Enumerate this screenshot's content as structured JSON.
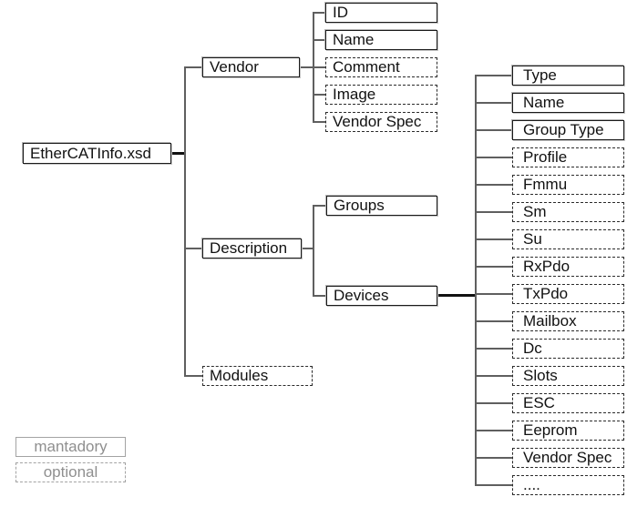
{
  "diagram": {
    "root": {
      "label": "EtherCATInfo.xsd",
      "style": "mandatory"
    },
    "level1": [
      {
        "label": "Vendor",
        "style": "mandatory"
      },
      {
        "label": "Description",
        "style": "mandatory"
      },
      {
        "label": "Modules",
        "style": "optional"
      }
    ],
    "vendor_children": [
      {
        "label": "ID",
        "style": "mandatory"
      },
      {
        "label": "Name",
        "style": "mandatory"
      },
      {
        "label": "Comment",
        "style": "optional"
      },
      {
        "label": "Image",
        "style": "optional"
      },
      {
        "label": "Vendor Spec",
        "style": "optional"
      }
    ],
    "description_children": [
      {
        "label": "Groups",
        "style": "mandatory"
      },
      {
        "label": "Devices",
        "style": "mandatory"
      }
    ],
    "devices_children": [
      {
        "label": "Type",
        "style": "mandatory"
      },
      {
        "label": "Name",
        "style": "mandatory"
      },
      {
        "label": "Group Type",
        "style": "mandatory"
      },
      {
        "label": "Profile",
        "style": "optional"
      },
      {
        "label": "Fmmu",
        "style": "optional"
      },
      {
        "label": "Sm",
        "style": "optional"
      },
      {
        "label": "Su",
        "style": "optional"
      },
      {
        "label": "RxPdo",
        "style": "optional"
      },
      {
        "label": "TxPdo",
        "style": "optional"
      },
      {
        "label": "Mailbox",
        "style": "optional"
      },
      {
        "label": "Dc",
        "style": "optional"
      },
      {
        "label": "Slots",
        "style": "optional"
      },
      {
        "label": "ESC",
        "style": "optional"
      },
      {
        "label": "Eeprom",
        "style": "optional"
      },
      {
        "label": "Vendor Spec",
        "style": "optional"
      },
      {
        "label": "....",
        "style": "optional"
      }
    ],
    "legend": [
      {
        "label": "mantadory",
        "style": "mandatory"
      },
      {
        "label": "optional",
        "style": "optional"
      }
    ],
    "colors": {
      "line": "#5f5f5f",
      "thick_line": "#111111",
      "box_border": "#1a1a1a",
      "legend_gray": "#8f8f8f"
    }
  }
}
